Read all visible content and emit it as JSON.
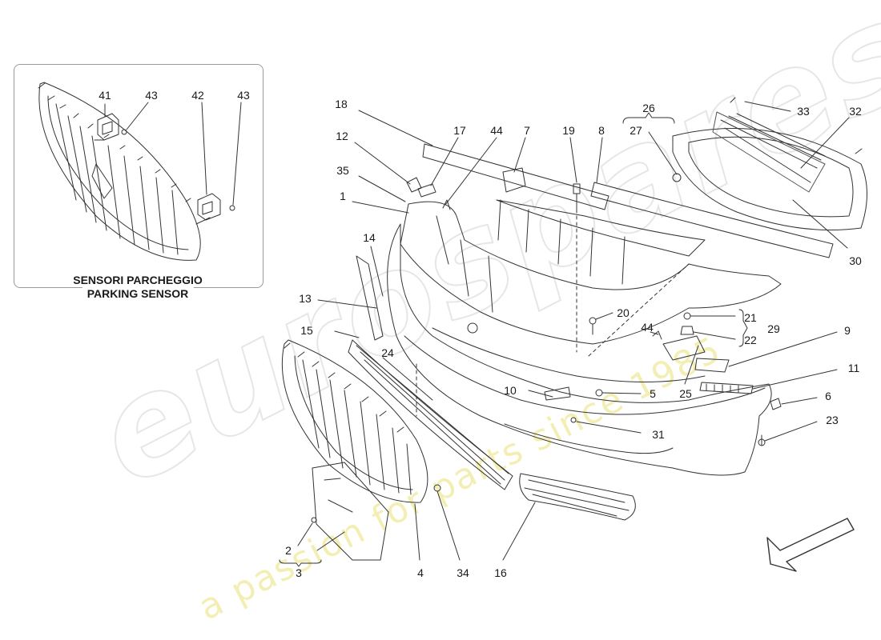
{
  "watermark": {
    "brand": "eurospares",
    "tagline": "a passion for parts since 1985"
  },
  "inset": {
    "caption_line1": "SENSORI PARCHEGGIO",
    "caption_line2": "PARKING SENSOR",
    "labels": {
      "l41": "41",
      "l43a": "43",
      "l42": "42",
      "l43b": "43"
    }
  },
  "callouts": {
    "c1": "1",
    "c2": "2",
    "c3": "3",
    "c4": "4",
    "c5": "5",
    "c6": "6",
    "c7": "7",
    "c8": "8",
    "c9": "9",
    "c10": "10",
    "c11": "11",
    "c12": "12",
    "c13": "13",
    "c14": "14",
    "c15": "15",
    "c16": "16",
    "c17": "17",
    "c18": "18",
    "c19": "19",
    "c20": "20",
    "c21": "21",
    "c22": "22",
    "c23": "23",
    "c24": "24",
    "c25": "25",
    "c26": "26",
    "c27": "27",
    "c29": "29",
    "c30": "30",
    "c31": "31",
    "c32": "32",
    "c33": "33",
    "c34": "34",
    "c35": "35",
    "c44a": "44",
    "c44b": "44"
  },
  "colors": {
    "line": "#333333",
    "watermark_grey": "#e6e6e6",
    "watermark_yellow": "#f3efb4"
  }
}
